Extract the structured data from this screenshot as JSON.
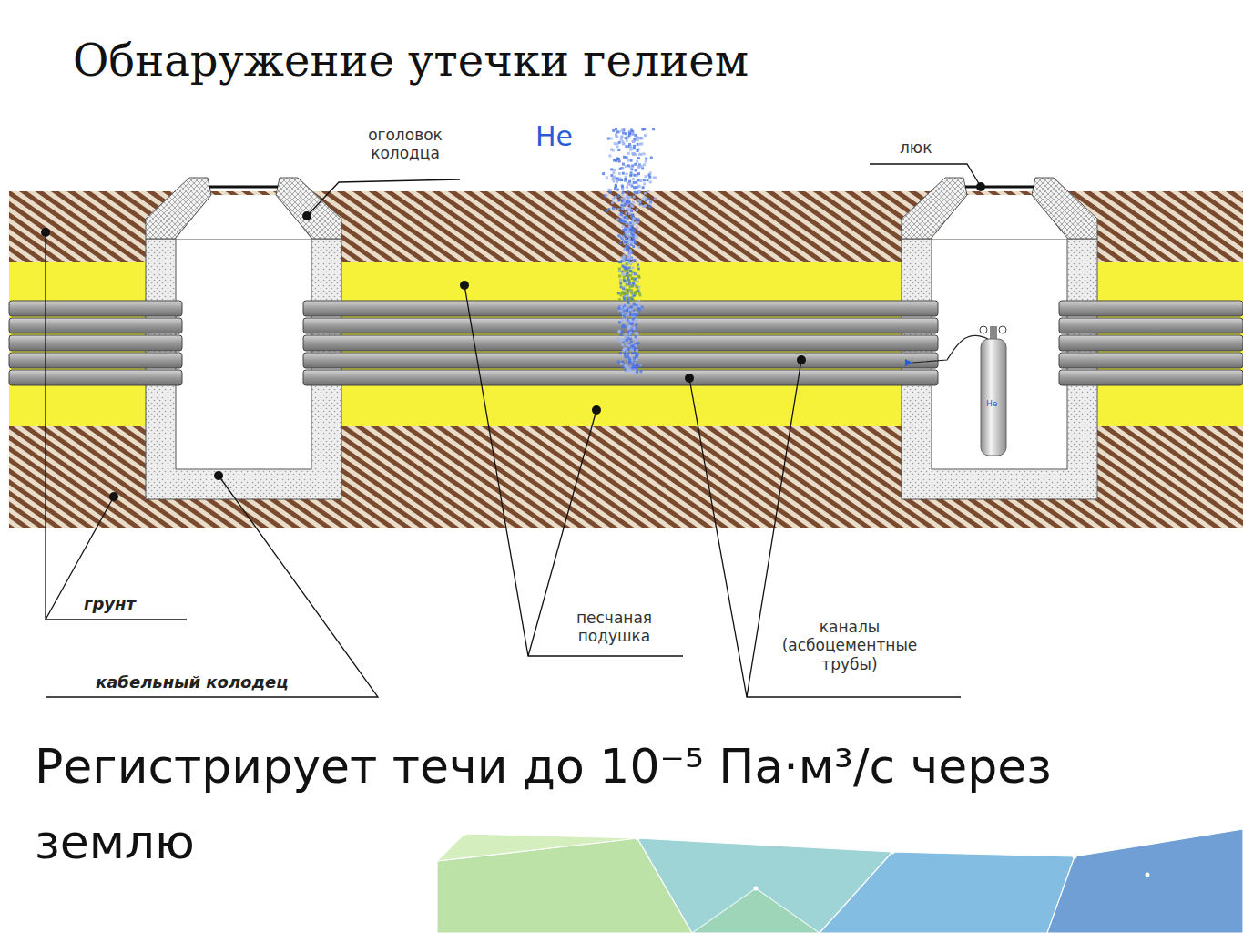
{
  "diagram": {
    "title": "Обнаружение утечки гелием",
    "caption": "Регистрирует течи до 10⁻⁵ Па·м³/с через землю",
    "labels": [
      "He",
      "оголовок колодца",
      "люк",
      "грунт",
      "кабельный колодец",
      "песчаная подушка",
      "каналы (асбоцементные трубы)",
      "He"
    ]
  }
}
